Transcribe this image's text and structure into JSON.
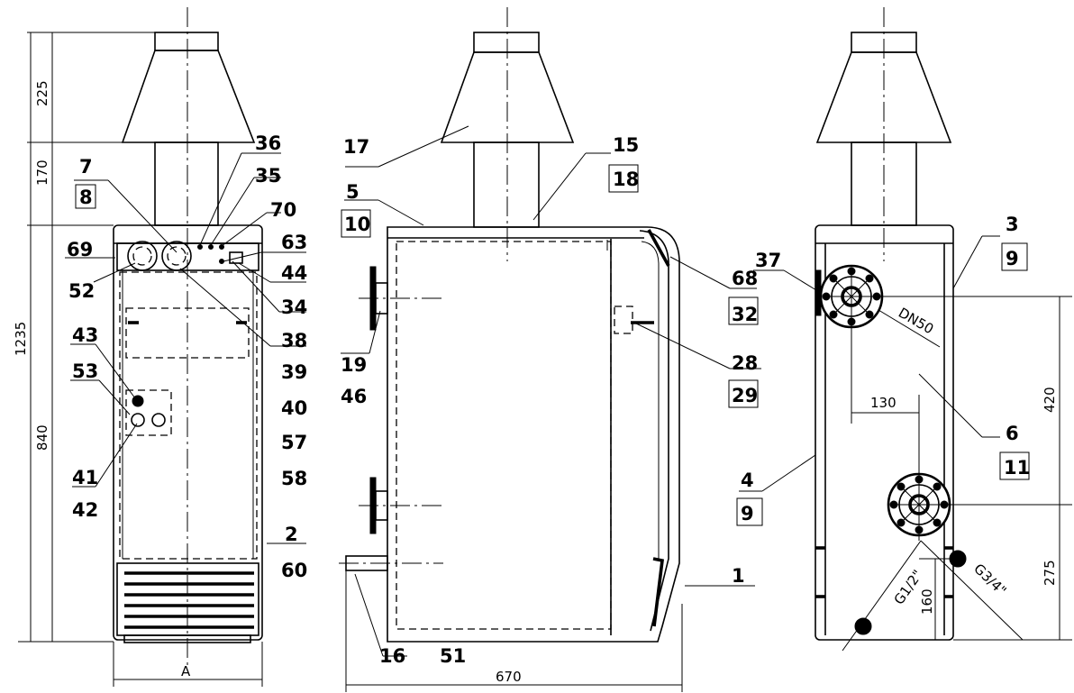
{
  "labels": {
    "l7": "7",
    "l8": "8",
    "l36": "36",
    "l35": "35",
    "l70": "70",
    "l63": "63",
    "l69": "69",
    "l52": "52",
    "l44": "44",
    "l34": "34",
    "l38": "38",
    "l39": "39",
    "l40": "40",
    "l57": "57",
    "l58": "58",
    "l43": "43",
    "l53": "53",
    "l41": "41",
    "l42": "42",
    "l2": "2",
    "l60": "60",
    "l17": "17",
    "l15": "15",
    "l18": "18",
    "l5": "5",
    "l10": "10",
    "l68": "68",
    "l32": "32",
    "l19": "19",
    "l46": "46",
    "l28": "28",
    "l29": "29",
    "l16": "16",
    "l51": "51",
    "l1": "1",
    "l37": "37",
    "l3": "3",
    "l9a": "9",
    "l6": "6",
    "l11": "11",
    "l4": "4",
    "l9b": "9"
  },
  "dimensions": {
    "d225": "225",
    "d170": "170",
    "d1235": "1235",
    "d840": "840",
    "dA": "A",
    "d670": "670",
    "d130": "130",
    "d420": "420",
    "d275": "275",
    "d160": "160",
    "dn50": "DN50",
    "g12": "G1/2\"",
    "g34": "G3/4\""
  }
}
